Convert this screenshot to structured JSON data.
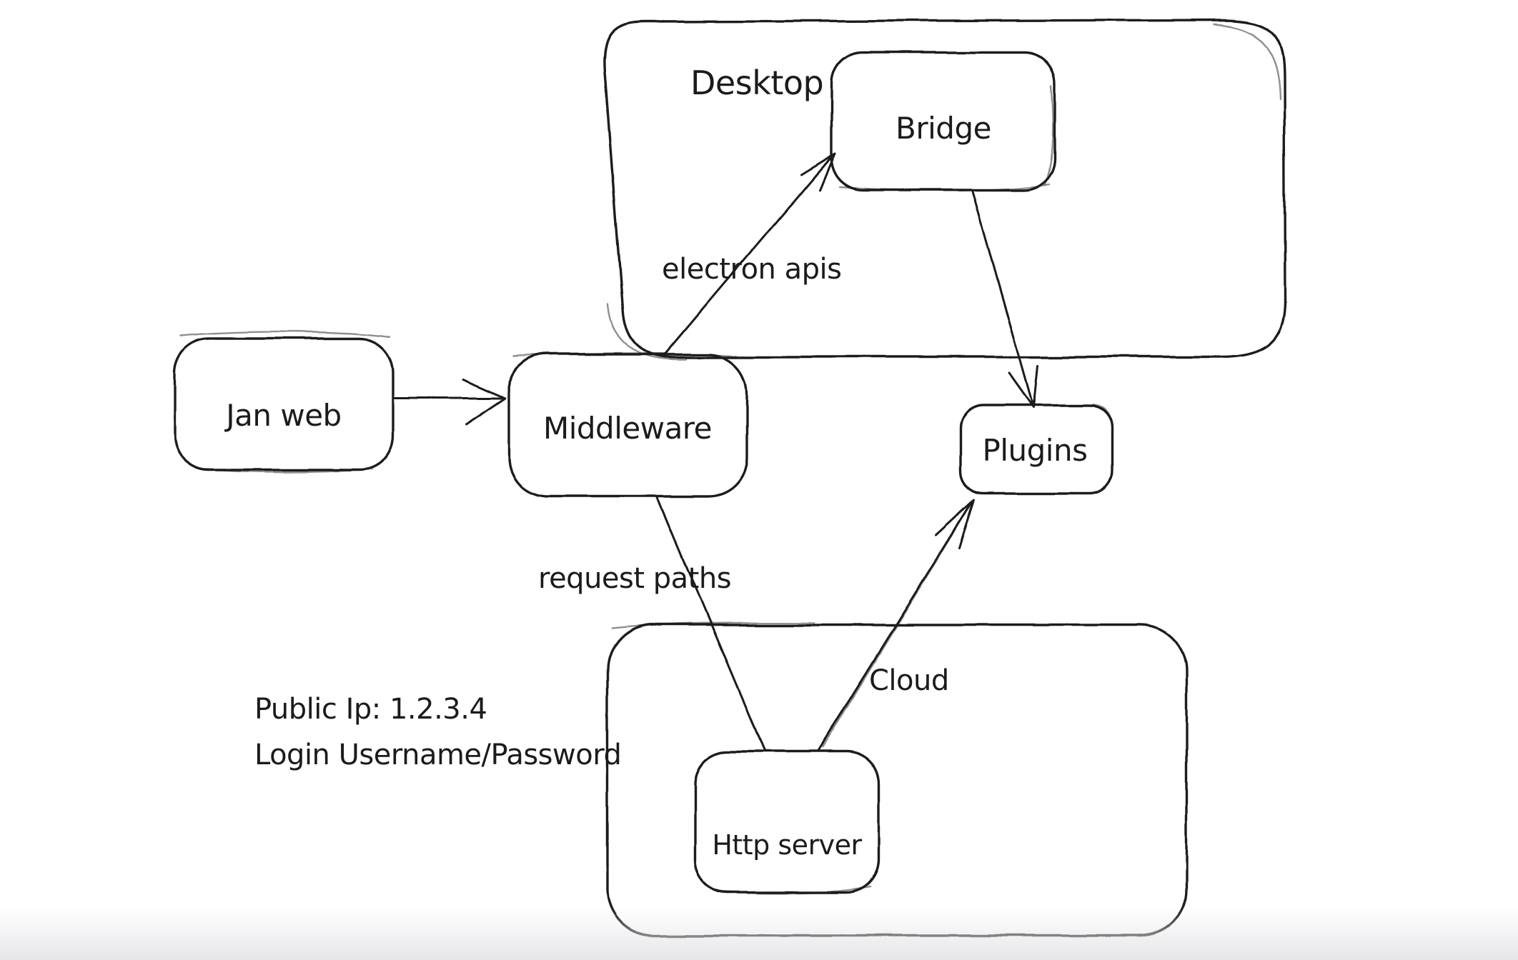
{
  "canvas": {
    "kind": "hand-drawn architecture sketch",
    "colors": {
      "background": "#ffffff",
      "stroke": "#1e1e1e",
      "text": "#1b1b1b",
      "bottom_fade": "#e5e5e8"
    }
  },
  "containers": [
    {
      "id": "desktop",
      "label": "Desktop"
    },
    {
      "id": "cloud",
      "label": "Cloud"
    }
  ],
  "nodes": [
    {
      "id": "jan-web",
      "label": "Jan web"
    },
    {
      "id": "middleware",
      "label": "Middleware"
    },
    {
      "id": "bridge",
      "label": "Bridge"
    },
    {
      "id": "plugins",
      "label": "Plugins"
    },
    {
      "id": "http-server",
      "label": "Http server"
    }
  ],
  "edges": [
    {
      "id": "jan-web-to-middleware",
      "from": "Jan web",
      "to": "Middleware",
      "label": ""
    },
    {
      "id": "middleware-to-bridge",
      "from": "Middleware",
      "to": "Bridge",
      "label": "electron apis"
    },
    {
      "id": "bridge-to-plugins",
      "from": "Bridge",
      "to": "Plugins",
      "label": ""
    },
    {
      "id": "middleware-to-http-server",
      "from": "Middleware",
      "to": "Http server",
      "label": "request paths"
    },
    {
      "id": "http-server-to-plugins",
      "from": "Http server",
      "to": "Plugins",
      "label": ""
    }
  ],
  "annotations": [
    {
      "id": "public-ip",
      "text": "Public Ip: 1.2.3.4"
    },
    {
      "id": "login",
      "text": "Login Username/Password"
    }
  ]
}
